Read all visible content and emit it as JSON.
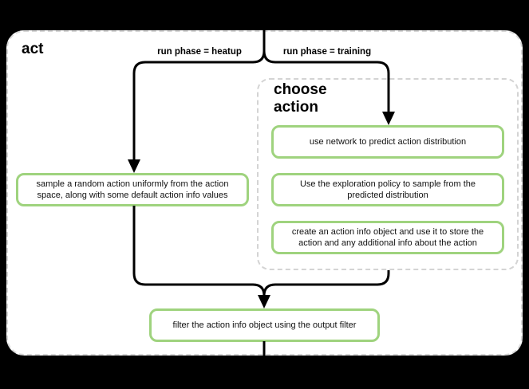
{
  "diagram": {
    "title": "act",
    "branches": {
      "heatup_label": "run phase = heatup",
      "training_label": "run phase = training"
    },
    "group": {
      "title": "choose action"
    },
    "nodes": {
      "sample_random": {
        "text": "sample a random action uniformly from the action space, along with some default action info values"
      },
      "use_network": {
        "text": "use network to predict action distribution"
      },
      "exploration_policy": {
        "text": "Use the exploration policy to sample from the predicted distribution"
      },
      "create_action_info": {
        "text": "create an action info object and use it to store the action and any additional info about the action"
      },
      "filter_output": {
        "text": "filter the action info object using the output filter"
      }
    },
    "colors": {
      "node_border": "#9fd37e",
      "flow_line": "#000000",
      "container_background": "#ffffff",
      "page_background": "#000000",
      "dashed_border": "#d6d6d6"
    }
  }
}
